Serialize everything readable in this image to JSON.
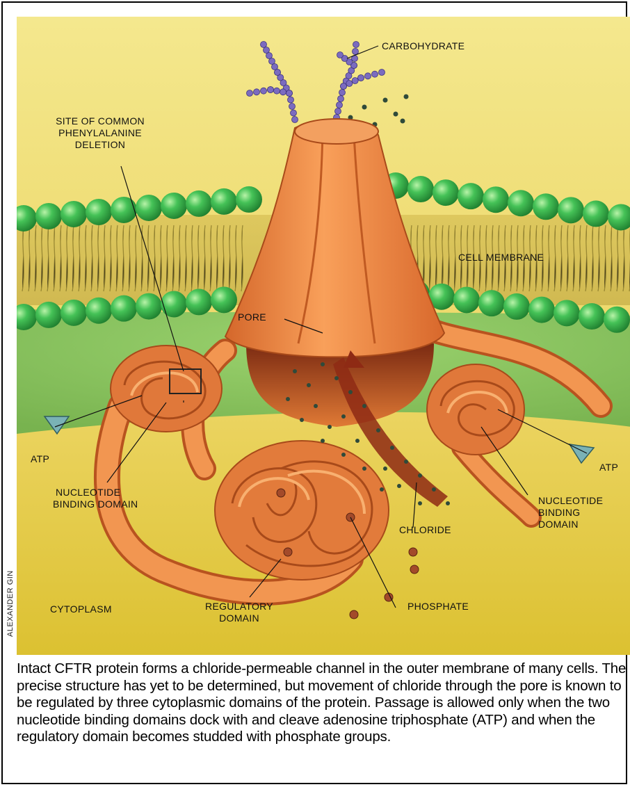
{
  "labels": {
    "carbohydrate": "CARBOHYDRATE",
    "phenylalanine_deletion": [
      "SITE OF COMMON",
      "PHENYLALANINE",
      "DELETION"
    ],
    "cell_membrane": "CELL MEMBRANE",
    "pore": "PORE",
    "atp_left": "ATP",
    "atp_right": "ATP",
    "nucleotide_left": [
      "NUCLEOTIDE",
      "BINDING DOMAIN"
    ],
    "nucleotide_right": [
      "NUCLEOTIDE",
      "BINDING",
      "DOMAIN"
    ],
    "chloride": "CHLORIDE",
    "regulatory": [
      "REGULATORY",
      "DOMAIN"
    ],
    "cytoplasm": "CYTOPLASM",
    "phosphate": "PHOSPHATE"
  },
  "credit": "ALEXANDER GIN",
  "caption": "Intact CFTR protein forms a chloride-permeable channel in the outer membrane of many cells. The precise structure has yet to be determined, but movement of chloride through the pore is known to be regulated by three cytoplasmic domains of the protein. Passage is allowed only when the two nucleotide binding domains dock with and cleave adenosine triphosphate (ATP) and when the regulatory domain becomes studded with phosphate groups.",
  "colors": {
    "background_top": "#f3e58a",
    "background_bottom": "#ddc436",
    "membrane_head": "#3fb54a",
    "protein": "#f08a3c",
    "carbohydrate": "#7b6bbf",
    "atp": "#7ab2b6",
    "chloride_dot": "#2f4a3a",
    "phosphate": "#a34a2a"
  }
}
